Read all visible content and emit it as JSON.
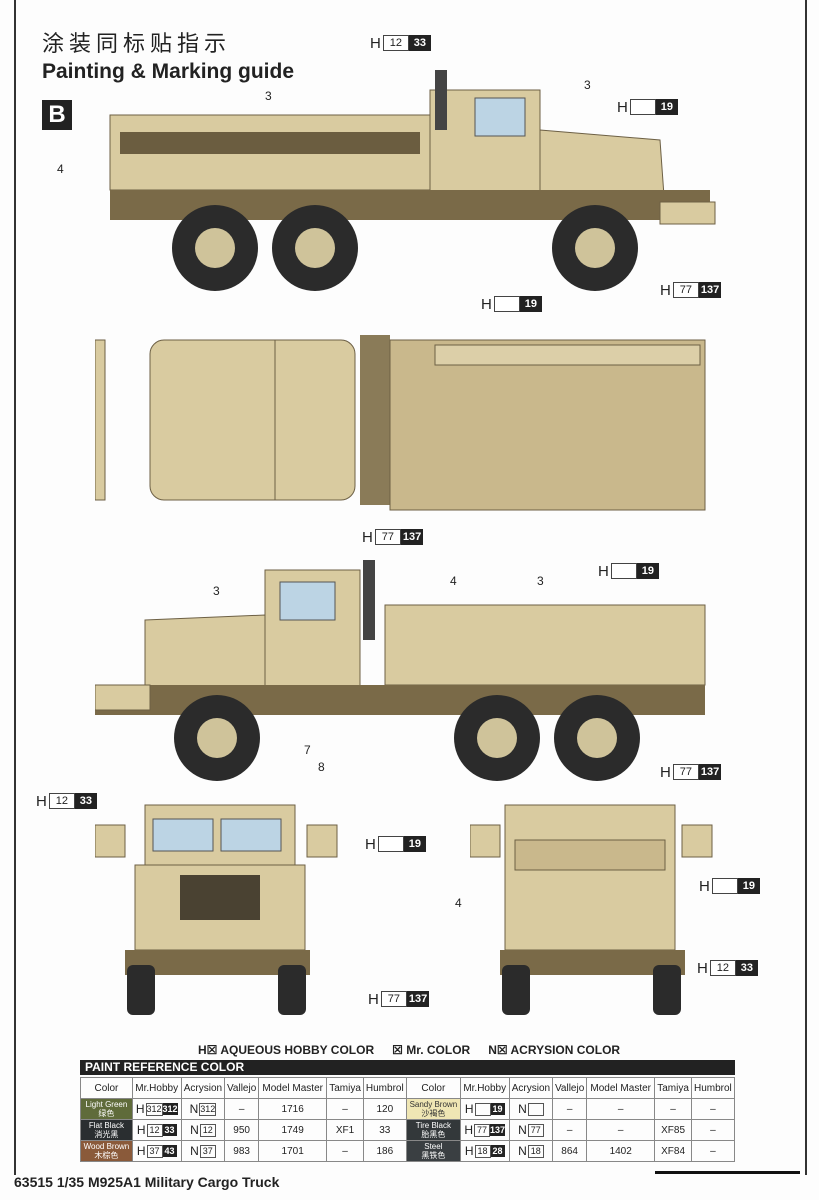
{
  "header": {
    "title_cn": "涂装同标贴指示",
    "title_en": "Painting & Marking guide",
    "scheme": "B"
  },
  "callouts": [
    {
      "h": "H",
      "w": "12",
      "b": "33"
    },
    {
      "h": "H",
      "w": "",
      "b": "19"
    },
    {
      "h": "H",
      "w": "77",
      "b": "137"
    },
    {
      "h": "H",
      "w": "",
      "b": "19"
    },
    {
      "h": "H",
      "w": "77",
      "b": "137"
    },
    {
      "h": "H",
      "w": "",
      "b": "19"
    },
    {
      "h": "H",
      "w": "77",
      "b": "137"
    },
    {
      "h": "H",
      "w": "12",
      "b": "33"
    },
    {
      "h": "H",
      "w": "",
      "b": "19"
    },
    {
      "h": "H",
      "w": "",
      "b": "19"
    },
    {
      "h": "H",
      "w": "12",
      "b": "33"
    },
    {
      "h": "H",
      "w": "77",
      "b": "137"
    }
  ],
  "part_numbers": [
    "3",
    "3",
    "4",
    "3",
    "4",
    "3",
    "7",
    "8",
    "4"
  ],
  "legend": {
    "h": "H☒ AQUEOUS HOBBY COLOR",
    "m": "☒ Mr. COLOR",
    "n": "N☒ ACRYSION COLOR"
  },
  "table": {
    "title": "PAINT  REFERENCE COLOR",
    "headers": [
      "Color",
      "Mr.Hobby",
      "Acrysion",
      "Vallejo",
      "Model Master",
      "Tamiya",
      "Humbrol"
    ],
    "left": [
      {
        "name": "Light Green",
        "cn": "绿色",
        "color": "#5f6b3a",
        "h": "312",
        "m": "312",
        "n": "312",
        "vallejo": "–",
        "mm": "1716",
        "tamiya": "–",
        "humbrol": "120"
      },
      {
        "name": "Flat Black",
        "cn": "消光黑",
        "color": "#2a2e30",
        "h": "12",
        "m": "33",
        "n": "12",
        "vallejo": "950",
        "mm": "1749",
        "tamiya": "XF1",
        "humbrol": "33"
      },
      {
        "name": "Wood Brown",
        "cn": "木棕色",
        "color": "#8a5a3a",
        "h": "37",
        "m": "43",
        "n": "37",
        "vallejo": "983",
        "mm": "1701",
        "tamiya": "–",
        "humbrol": "186"
      }
    ],
    "right": [
      {
        "name": "Sandy Brown",
        "cn": "沙褐色",
        "color": "#efe6b4",
        "h": "",
        "m": "19",
        "n": "",
        "vallejo": "–",
        "mm": "–",
        "tamiya": "–",
        "humbrol": "–"
      },
      {
        "name": "Tire Black",
        "cn": "胎黑色",
        "color": "#33383a",
        "h": "77",
        "m": "137",
        "n": "77",
        "vallejo": "–",
        "mm": "–",
        "tamiya": "XF85",
        "humbrol": "–"
      },
      {
        "name": "Steel",
        "cn": "黑铁色",
        "color": "#3a3f42",
        "h": "18",
        "m": "28",
        "n": "18",
        "vallejo": "864",
        "mm": "1402",
        "tamiya": "XF84",
        "humbrol": "–"
      }
    ]
  },
  "footer": "63515 1/35  M925A1 Military Cargo Truck"
}
